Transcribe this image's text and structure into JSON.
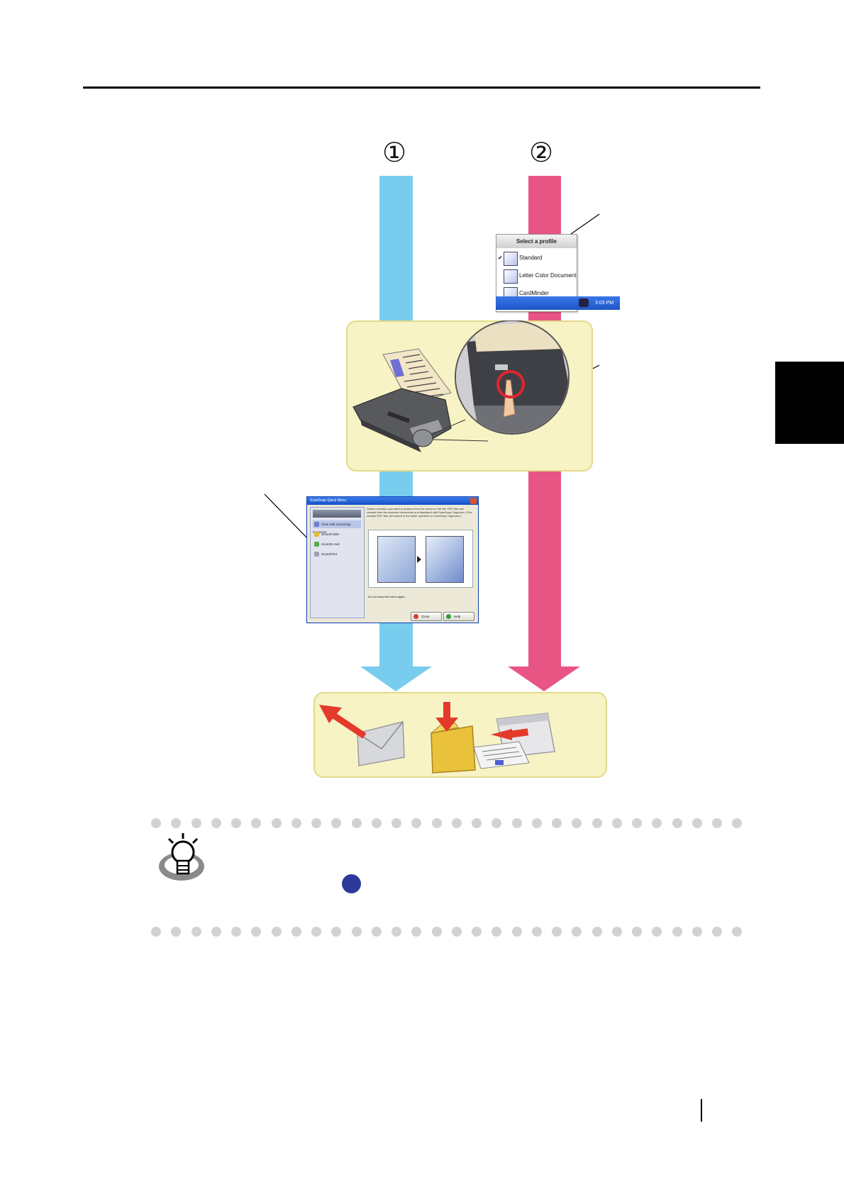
{
  "diagram": {
    "steps": [
      {
        "label": "①",
        "color": "#78cdee"
      },
      {
        "label": "②",
        "color": "#e85585"
      }
    ],
    "panel_color": "#f7f3c4",
    "profile_menu": {
      "title": "Select a profile",
      "items": [
        {
          "label": "Standard",
          "checked": "✔"
        },
        {
          "label": "Letter Color Document",
          "checked": ""
        },
        {
          "label": "CardMinder",
          "checked": ""
        }
      ],
      "clock": "3:03 PM"
    },
    "quick_menu": {
      "title": "ScanSnap Quick Menu",
      "items": [
        "Scan with ScanSnap Organizer",
        "Scan2Folder",
        "Scan2E-mail",
        "Scan2Print"
      ],
      "description": "Select a function you want to perform from the menu on the left. PDF files are created from the scanned documents and displayed with ScanSnap Organizer. (The created PDF files are stored in the folder specified in ScanSnap Organizer.)",
      "checkbox_label": "Do not show this menu again",
      "close_label": "Close",
      "help_label": "Help"
    }
  }
}
